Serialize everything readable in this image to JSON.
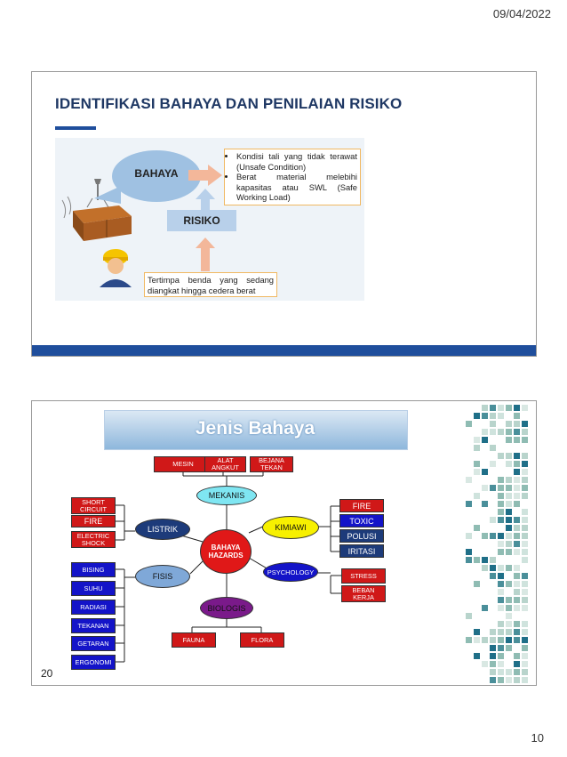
{
  "header": {
    "date": "09/04/2022"
  },
  "footer": {
    "page_number": "10"
  },
  "slide1": {
    "title": "IDENTIFIKASI BAHAYA DAN PENILAIAN RISIKO",
    "bubble_label": "BAHAYA",
    "risk_label": "RISIKO",
    "conditions": [
      "Kondisi tali yang tidak terawat (Unsafe Condition)",
      "Berat material melebihi kapasitas atau SWL (Safe Working Load)"
    ],
    "consequence": "Tertimpa benda yang sedang diangkat hingga cedera berat"
  },
  "slide2": {
    "title": "Jenis Bahaya",
    "slide_number": "20",
    "center": "BAHAYA HAZARDS",
    "mekanis": "MEKANIS",
    "mekanis_items": [
      "MESIN",
      "ALAT ANGKUT",
      "BEJANA TEKAN"
    ],
    "listrik": "LISTRIK",
    "listrik_items": [
      "SHORT CIRCUIT",
      "FIRE",
      "ELECTRIC SHOCK"
    ],
    "kimiawi": "KIMIAWI",
    "kimiawi_items": [
      "FIRE",
      "TOXIC",
      "POLUSI",
      "IRITASI"
    ],
    "fisis": "FISIS",
    "fisis_items": [
      "BISING",
      "SUHU",
      "RADIASI",
      "TEKANAN",
      "GETARAN",
      "ERGONOMI"
    ],
    "psychology": "PSYCHOLOGY",
    "psychology_items": [
      "STRESS",
      "BEBAN KERJA"
    ],
    "biologis": "BIOLOGIS",
    "biologis_items": [
      "FAUNA",
      "FLORA"
    ]
  }
}
